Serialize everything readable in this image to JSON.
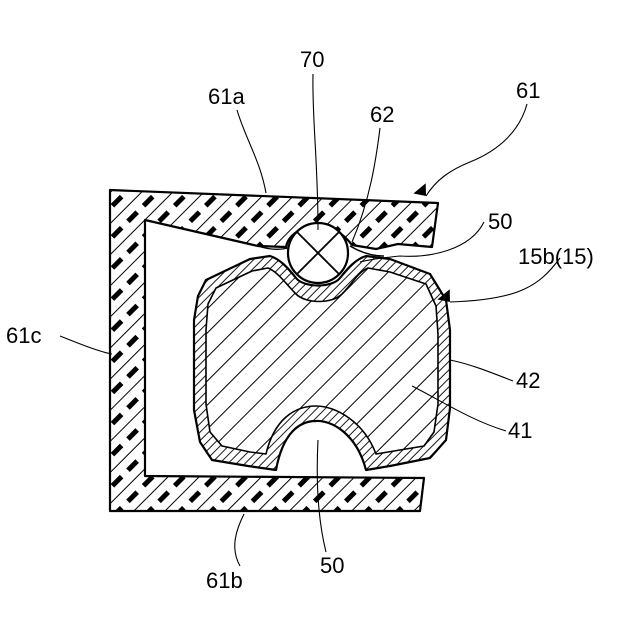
{
  "figure": {
    "labels": {
      "ref_70": "70",
      "ref_61": "61",
      "ref_61a": "61a",
      "ref_62": "62",
      "ref_50_top": "50",
      "ref_15b": "15b(15)",
      "ref_61c": "61c",
      "ref_42": "42",
      "ref_41": "41",
      "ref_61b": "61b",
      "ref_50_bottom": "50"
    }
  }
}
